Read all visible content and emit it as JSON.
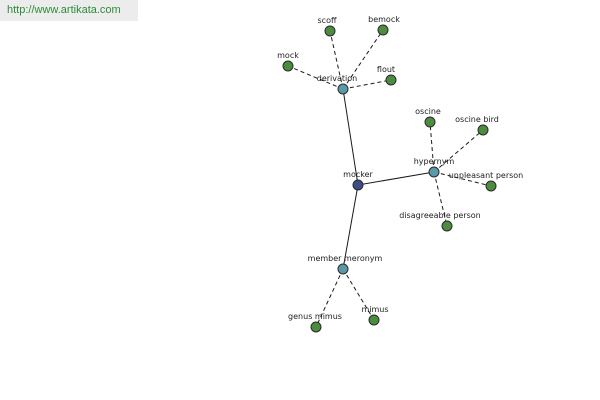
{
  "site": {
    "url_text": "http://www.artikata.com"
  },
  "colors": {
    "root_node": "#3d4e86",
    "relation_node": "#5a9aa8",
    "term_node": "#4b8c3e",
    "link_text": "#2e8b3a"
  },
  "graph": {
    "root": "mocker",
    "relations": [
      {
        "id": "derivation",
        "label": "derivation",
        "terms": [
          "scoff",
          "bemock",
          "mock",
          "flout"
        ]
      },
      {
        "id": "hypernym",
        "label": "hypernym",
        "terms": [
          "oscine",
          "oscine bird",
          "unpleasant person",
          "disagreeable person"
        ]
      },
      {
        "id": "member-meronym",
        "label": "member meronym",
        "terms": [
          "genus mimus",
          "mimus"
        ]
      }
    ]
  }
}
